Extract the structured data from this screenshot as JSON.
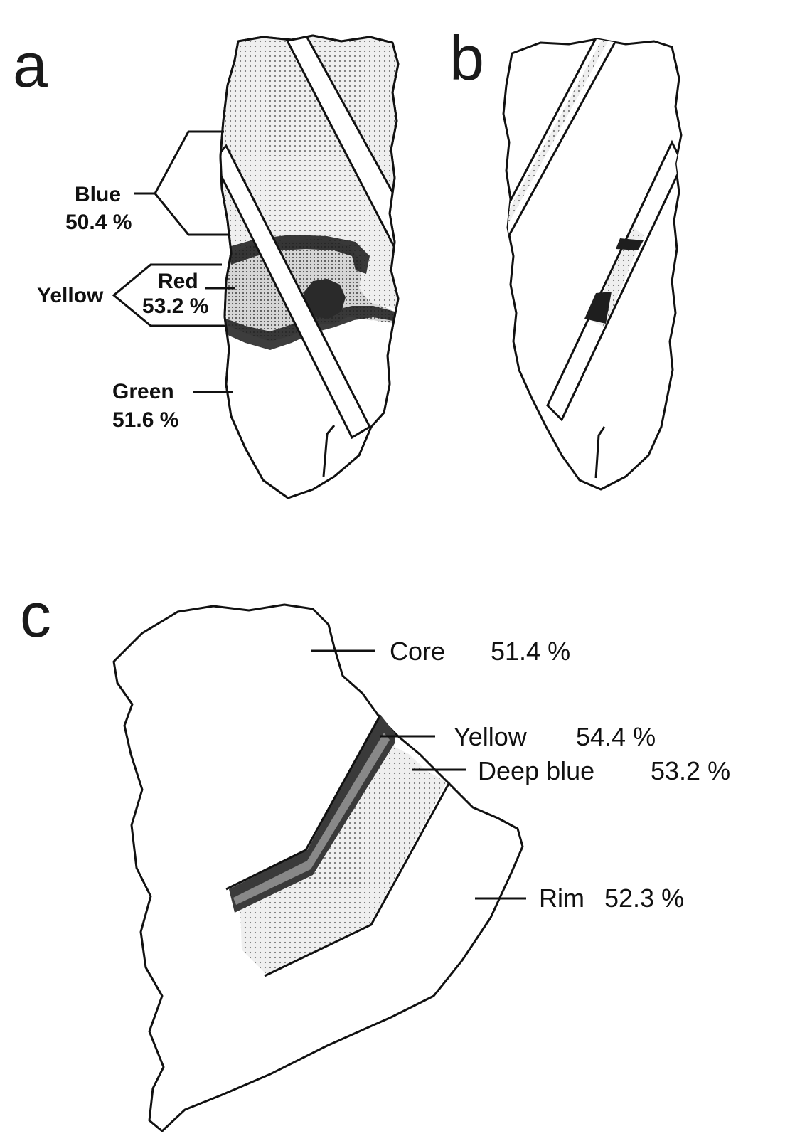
{
  "panel_a": {
    "letter": "a",
    "labels": {
      "blue_name": "Blue",
      "blue_value": "50.4 %",
      "red_name": "Red",
      "red_value": "53.2 %",
      "yellow_name": "Yellow",
      "green_name": "Green",
      "green_value": "51.6 %"
    }
  },
  "panel_b": {
    "letter": "b"
  },
  "panel_c": {
    "letter": "c",
    "labels": {
      "core": "Core",
      "core_value": "51.4 %",
      "yellow": "Yellow",
      "yellow_value": "54.4 %",
      "deep_blue": "Deep blue",
      "deep_blue_value": "53.2 %",
      "rim": "Rim",
      "rim_value": "52.3 %"
    }
  }
}
